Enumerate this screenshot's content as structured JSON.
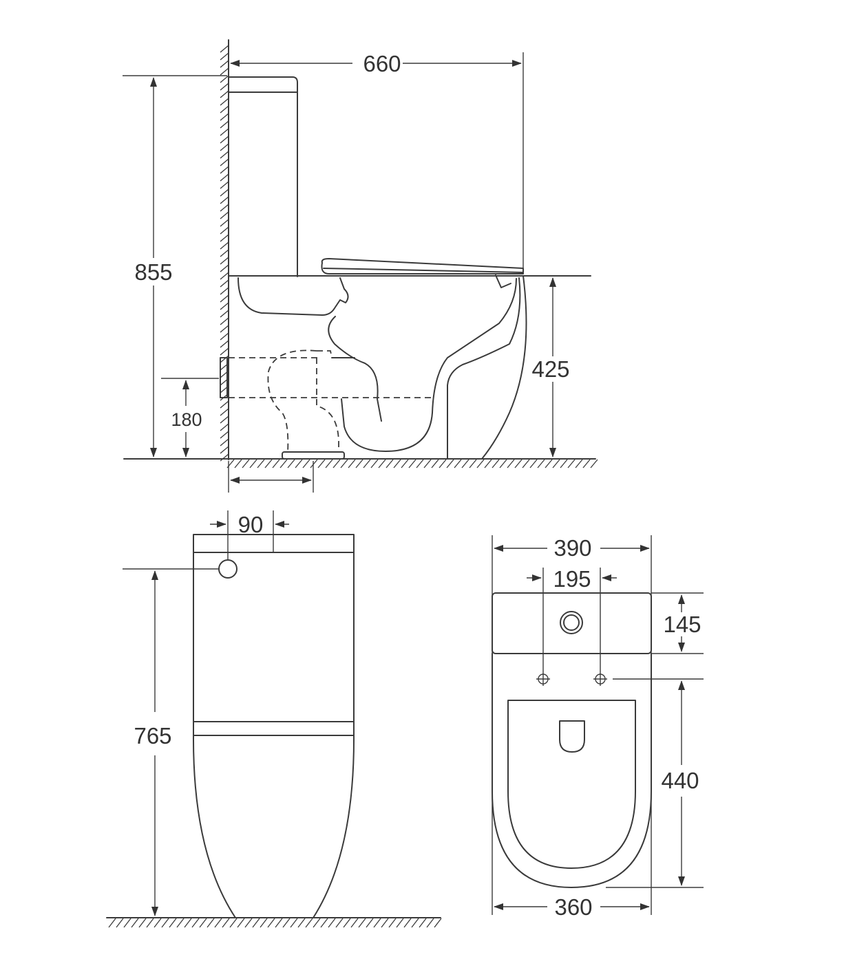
{
  "dimensions": {
    "side_depth": "660",
    "side_height": "855",
    "seat_height": "425",
    "outlet_height": "180",
    "outlet_offset": "",
    "front_inlet_offset": "90",
    "front_height": "765",
    "top_width": "390",
    "top_fixing_span": "195",
    "top_tank_depth": "145",
    "top_bowl_length": "440",
    "top_base_width": "360"
  },
  "colors": {
    "line": "#3a3a3a",
    "background": "#ffffff"
  }
}
